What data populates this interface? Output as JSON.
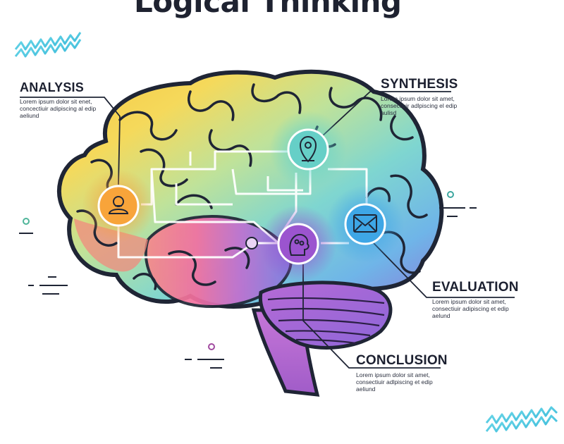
{
  "title": "Logical Thinking",
  "nodes": {
    "analysis": {
      "heading": "ANALYSIS",
      "body": "Lorem ipsum dolor sit enet, concectiuir adipiscing al edip aeliund"
    },
    "synthesis": {
      "heading": "SYNTHESIS",
      "body": "Lorem ipsum dolor sit amet, consectiuir adlpiscing el edip aulisd"
    },
    "evaluation": {
      "heading": "EVALUATION",
      "body": "Lorem ipsum dolor sit amet, consectiuir adipiscing et edip aelund"
    },
    "conclusion": {
      "heading": "CONCLUSION",
      "body": "Lorem ipsum dolor sit amet, consectiuir adlpiscing et edip aeliund"
    }
  },
  "icons": {
    "analysis": "person-bust-icon",
    "synthesis": "location-pin-person-icon",
    "conclusion": "thinking-head-icon",
    "evaluation": "envelope-icon"
  },
  "colors": {
    "outline": "#1f2535",
    "analysis": "#f7a338",
    "synthesis": "#56cbd0",
    "conclusion": "#9b57c9",
    "evaluation": "#46a8e3",
    "dot_green": "#4fb59a",
    "dot_purple": "#a14aa0",
    "dot_teal": "#3da7a0",
    "zigzag": "#48c9df"
  }
}
